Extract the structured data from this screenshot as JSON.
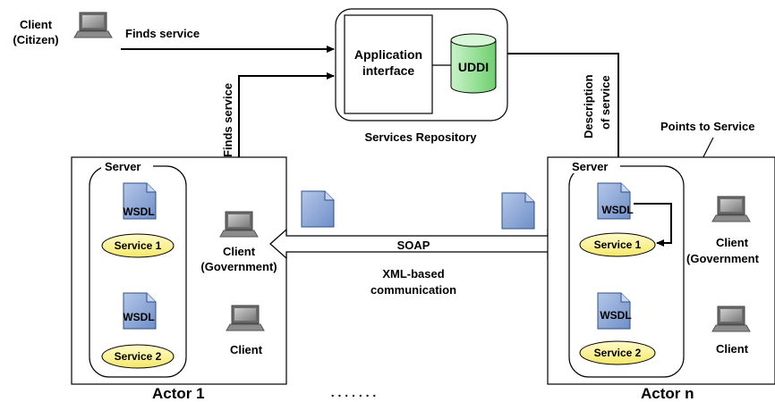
{
  "labels": {
    "client_citizen_line1": "Client",
    "client_citizen_line2": "(Citizen)",
    "finds_service_top": "Finds service",
    "finds_service_vertical": "Finds service",
    "app_interface_line1": "Application",
    "app_interface_line2": "interface",
    "uddi": "UDDI",
    "services_repository": "Services Repository",
    "description_line1": "Description",
    "description_line2": "of service",
    "points_to_service": "Points to Service",
    "server_left": "Server",
    "server_right": "Server",
    "wsdl": "WSDL",
    "service_1": "Service 1",
    "service_2": "Service 2",
    "client_gov_left_line1": "Client",
    "client_gov_left_line2": "(Government)",
    "client_gov_right_line1": "Client",
    "client_gov_right_line2": "(Government",
    "client": "Client",
    "soap": "SOAP",
    "xml_line1": "XML-based",
    "xml_line2": "communication",
    "actor_1": "Actor 1",
    "actor_n": "Actor n",
    "dots": ". . . . . . ."
  },
  "colors": {
    "wsdl_doc_fill": "#8ea9d8",
    "wsdl_doc_stroke": "#3a5a9a",
    "service_oval_fill": "#fdf59a",
    "uddi_fill": "#9fe29f",
    "laptop_fill": "#9a9a9a"
  }
}
